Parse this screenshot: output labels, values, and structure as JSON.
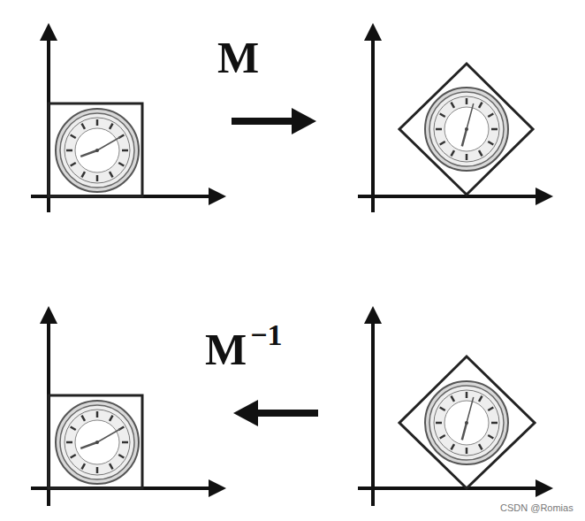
{
  "diagram": {
    "labels": [
      "M",
      "M",
      "−1",
      "CSDN @Romias"
    ]
  }
}
